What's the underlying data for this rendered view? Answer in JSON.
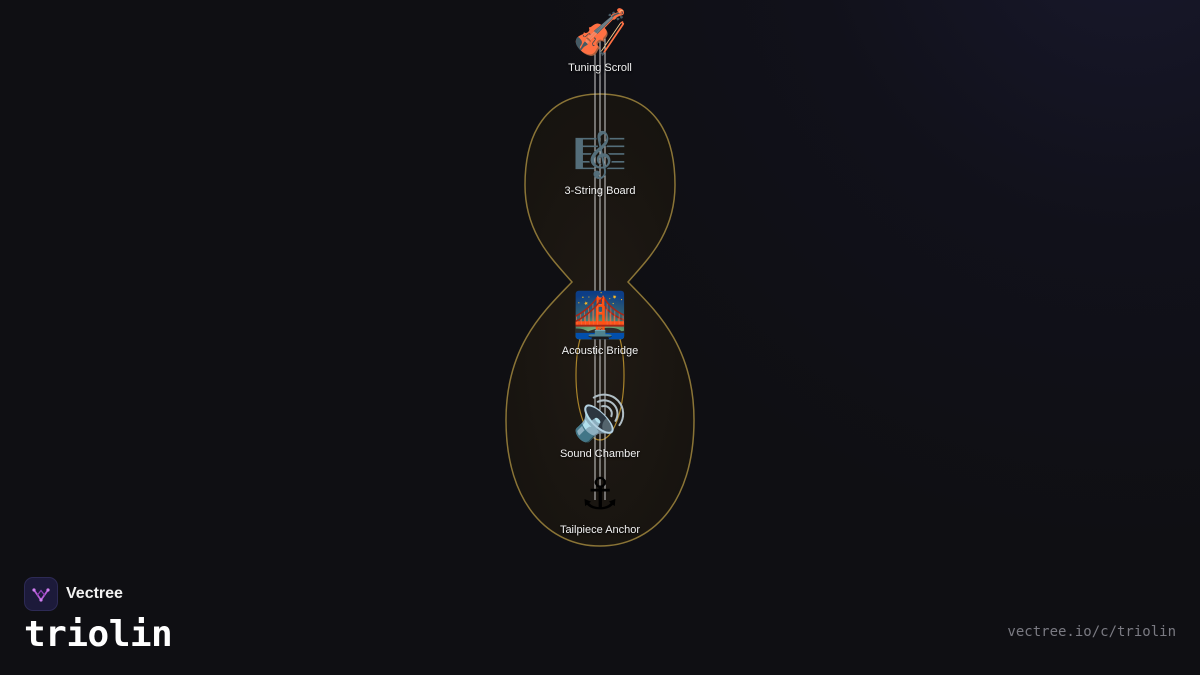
{
  "brand": {
    "name": "Vectree",
    "logo_icon": "vectree-logo-icon",
    "accent": "#b45bd6"
  },
  "project": {
    "title": "triolin",
    "url": "vectree.io/c/triolin"
  },
  "colors": {
    "background": "#0f0f13",
    "body_outline": "#8a7436",
    "strings": "#cfcfcf"
  },
  "parts": [
    {
      "icon": "🎻",
      "icon_name": "violin-icon",
      "label": "Tuning Scroll"
    },
    {
      "icon": "🎼",
      "icon_name": "musical-score-icon",
      "label": "3-String Board"
    },
    {
      "icon": "🌉",
      "icon_name": "bridge-at-night-icon",
      "label": "Acoustic Bridge"
    },
    {
      "icon": "🔊",
      "icon_name": "speaker-high-volume-icon",
      "label": "Sound Chamber"
    },
    {
      "icon": "⚓",
      "icon_name": "anchor-icon",
      "label": "Tailpiece Anchor"
    }
  ]
}
